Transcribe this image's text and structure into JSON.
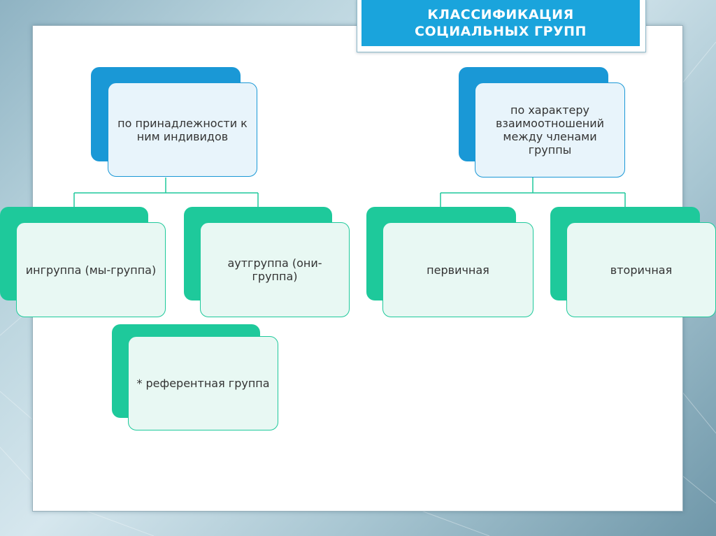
{
  "title": {
    "line1": "КЛАССИФИКАЦИЯ",
    "line2": "СОЦИАЛЬНЫХ ГРУПП"
  },
  "left_tree": {
    "root": "по принадлежности к ним индивидов",
    "children": [
      "ингруппа (мы-группа)",
      "аутгруппа (они-группа)",
      "* референтная группа"
    ]
  },
  "right_tree": {
    "root": "по характеру взаимоотношений между членами группы",
    "children": [
      "первичная",
      "вторичная"
    ]
  },
  "colors": {
    "title_bg": "#1aa4dc",
    "root_accent": "#1a98d6",
    "child_accent": "#1ec99b",
    "connector": "#1ec99b"
  }
}
